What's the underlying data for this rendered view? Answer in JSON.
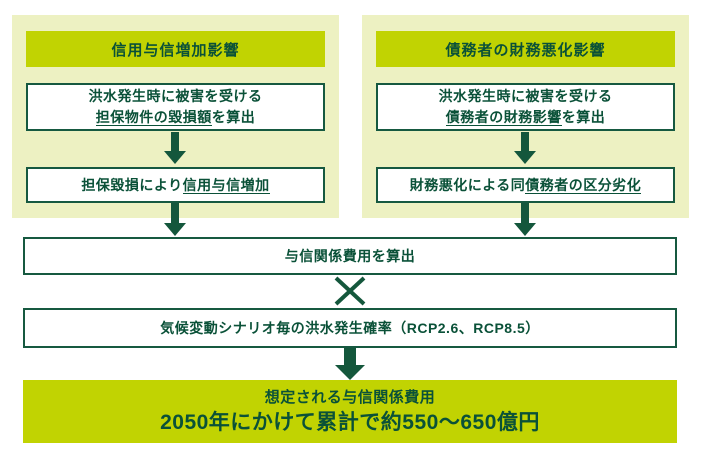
{
  "colors": {
    "accent_green": "#c1d302",
    "pale_green": "#edf1c2",
    "dark_green": "#0a5138"
  },
  "panels": [
    {
      "header": "信用与信増加影響",
      "box1": {
        "line1": "洪水発生時に被害を受ける",
        "underline": "担保物件の毀損額",
        "suffix": "を算出"
      },
      "box2": {
        "prefix": "担保毀損により",
        "underline": "信用与信増加"
      }
    },
    {
      "header": "債務者の財務悪化影響",
      "box1": {
        "line1": "洪水発生時に被害を受ける",
        "underline": "債務者の財務影響",
        "suffix": "を算出"
      },
      "box2": {
        "prefix": "財務悪化による同",
        "underline": "債務者の区分劣化"
      }
    }
  ],
  "flow": {
    "merge_box": "与信関係費用を算出",
    "multiply_symbol": "×",
    "scenario_box": "気候変動シナリオ毎の洪水発生確率（RCP2.6、RCP8.5）",
    "result_line1": "想定される与信関係費用",
    "result_line2": "2050年にかけて累計で約550～650億円"
  }
}
